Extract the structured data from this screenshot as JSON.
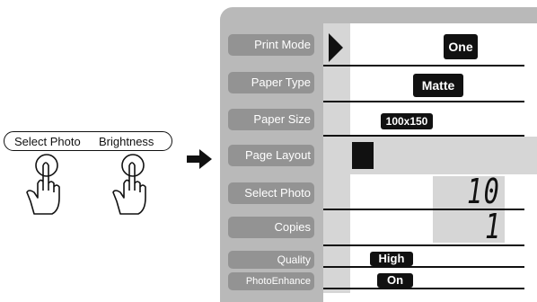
{
  "left_panel": {
    "button_labels": [
      "Select Photo",
      "Brightness"
    ]
  },
  "device": {
    "menu_items": [
      "Print Mode",
      "Paper Type",
      "Paper Size",
      "Page Layout",
      "Select Photo",
      "Copies",
      "Quality",
      "PhotoEnhance"
    ],
    "display": {
      "print_mode": "One",
      "paper_type": "Matte",
      "paper_size": "100x150",
      "select_photo_number": "10",
      "copies": "1",
      "quality": "High",
      "photo_enhance": "On"
    }
  },
  "colors": {
    "panel_bg": "#b9b9b9",
    "button_bg": "#939393",
    "lcd_shade": "#d6d6d6",
    "ink": "#111111"
  },
  "icons": [
    "pointing-hand-icon",
    "right-arrow-icon",
    "lcd-cursor-icon"
  ]
}
